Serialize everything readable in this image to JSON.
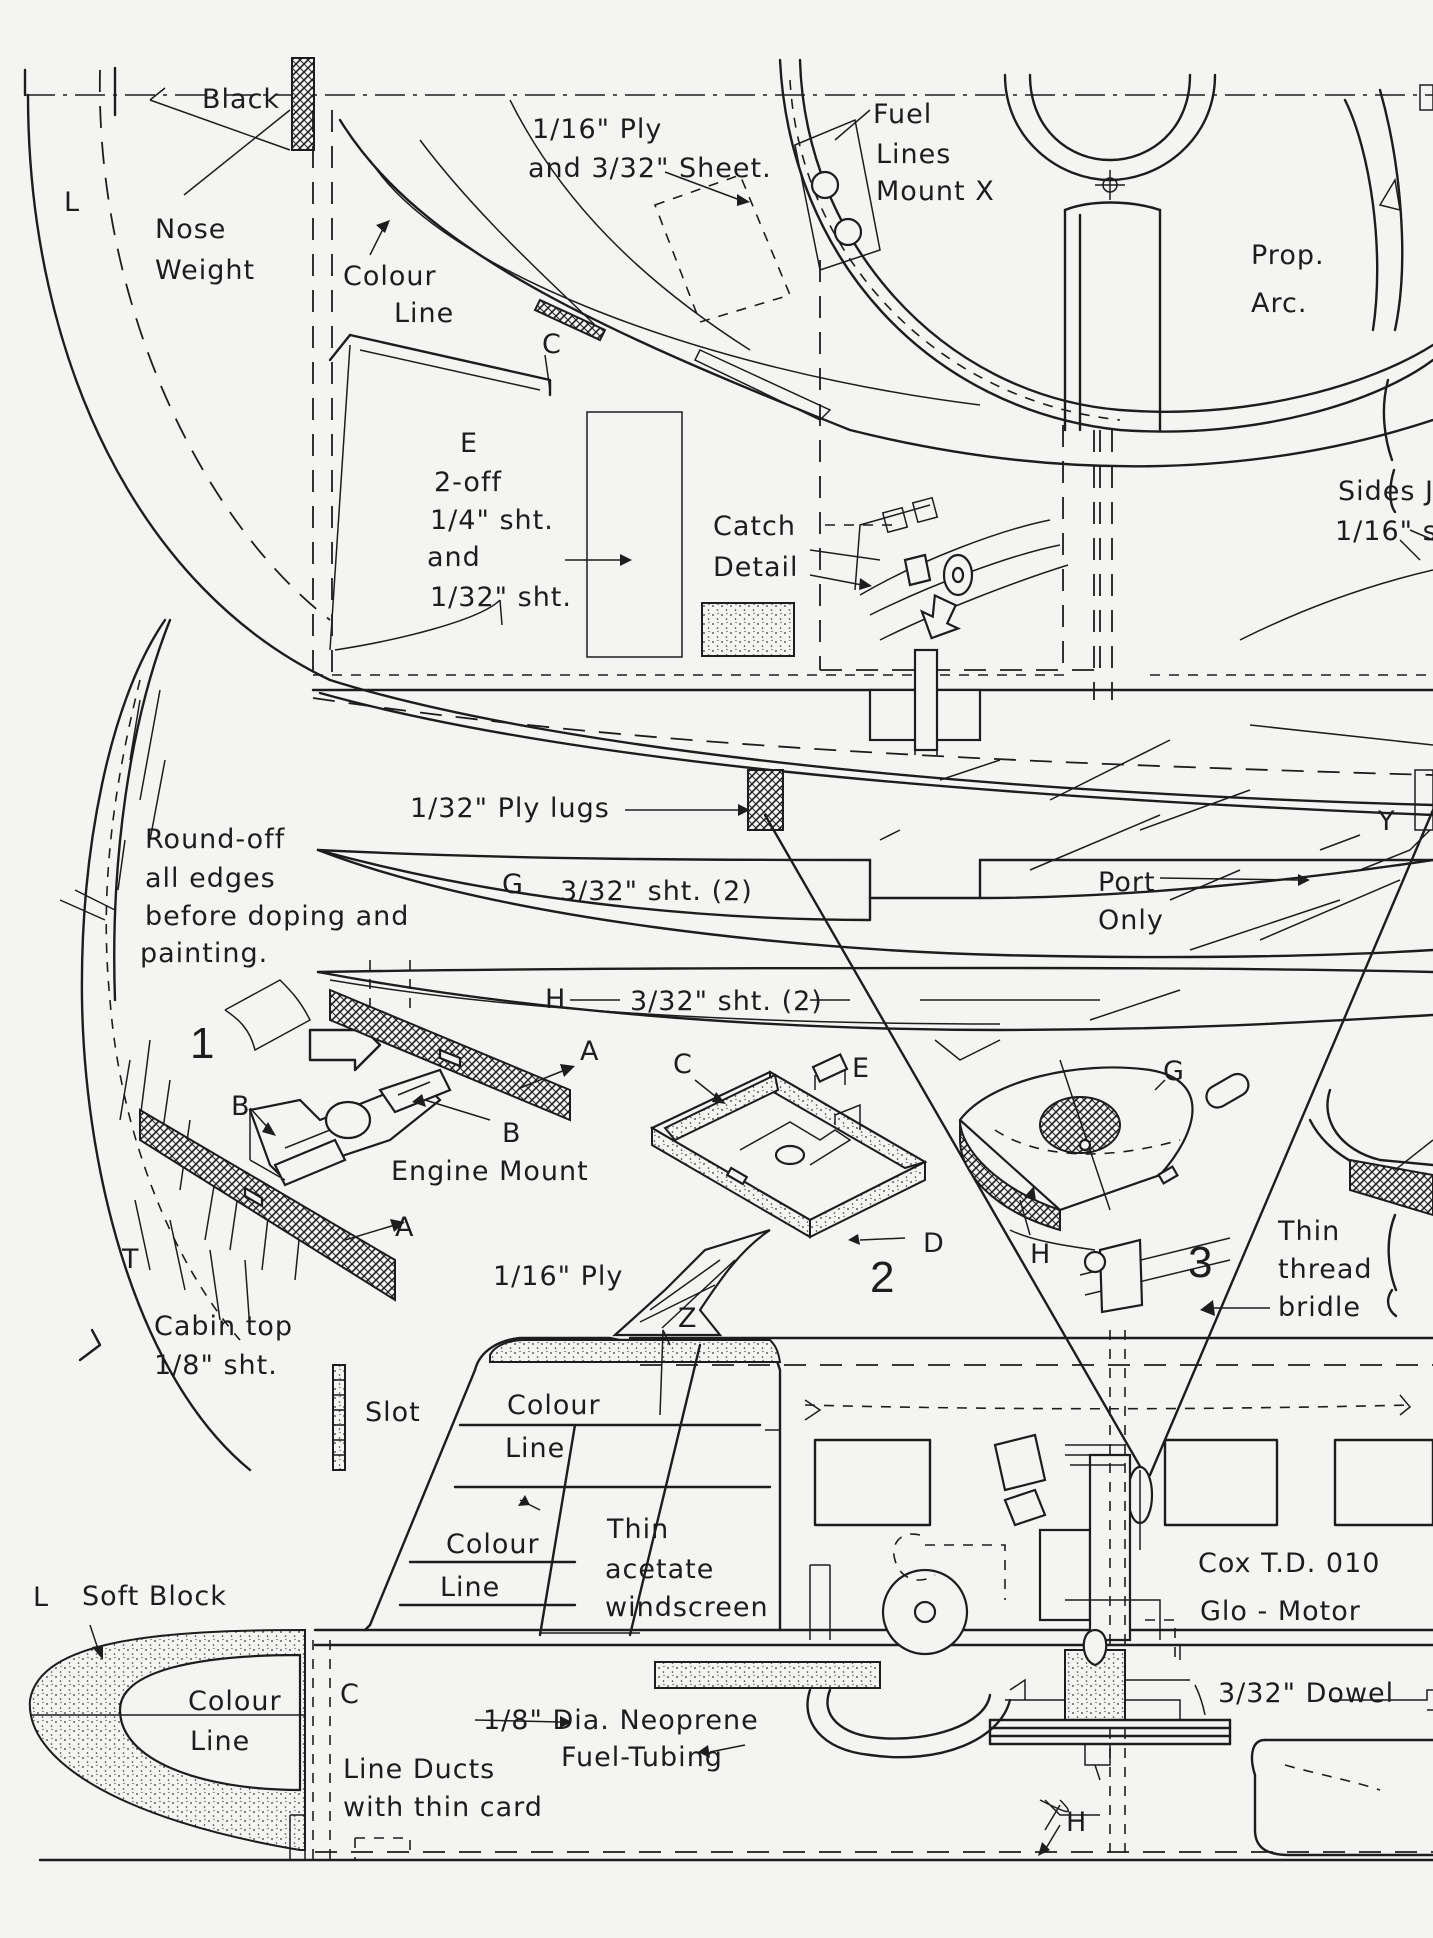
{
  "labels": {
    "black": "Black",
    "L_top": "L",
    "nose": "Nose",
    "weight": "Weight",
    "colour1": "Colour",
    "line1": "Line",
    "cl_mark": "C",
    "ply_line1": "1/16\" Ply",
    "ply_line2": "and 3/32\" Sheet.",
    "fuel": "Fuel",
    "lines": "Lines",
    "mount_x": "Mount X",
    "prop": "Prop.",
    "arc": "Arc.",
    "e_label": "E",
    "e_2off": "2-off",
    "e_14sht": "1/4\" sht.",
    "e_and": "and",
    "e_132sht": "1/32\" sht.",
    "catch": "Catch",
    "detail": "Detail",
    "sides_j": "Sides J",
    "sides_116": "1/16\" s",
    "lugs": "1/32\" Ply lugs",
    "y_label": "Y",
    "roundoff1": "Round-off",
    "roundoff2": "all edges",
    "roundoff3": "before doping and",
    "roundoff4": "painting.",
    "g_label": "G",
    "g_sht": "3/32\" sht. (2)",
    "port": "Port",
    "only": "Only",
    "h_label": "H",
    "h_sht": "3/32\" sht. (2)",
    "step1": "1",
    "a_upper": "A",
    "c_label": "C",
    "e_small": "E",
    "g_small": "G",
    "b_left": "B",
    "b_right": "B",
    "engine_mount": "Engine Mount",
    "a_lower": "A",
    "d_label": "D",
    "step2": "2",
    "h_small": "H",
    "step3": "3",
    "t_label": "T",
    "ply116": "1/16\" Ply",
    "z_label": "Z",
    "thin1": "Thin",
    "thread": "thread",
    "bridle": "bridle",
    "cabin1": "Cabin top",
    "cabin2": "1/8\" sht.",
    "slot": "Slot",
    "colour2": "Colour",
    "line2": "Line",
    "colour3": "Colour",
    "line3": "Line",
    "thin2": "Thin",
    "acetate": "acetate",
    "windscreen": "windscreen",
    "cox": "Cox T.D.  010",
    "glo": "Glo - Motor",
    "L_soft": "L",
    "soft_block": "Soft Block",
    "colour4": "Colour",
    "line4": "Line",
    "c_bottom": "C",
    "neoprene": "1/8\" Dia. Neoprene",
    "fuel_tubing": "Fuel-Tubing",
    "dowel": "3/32\" Dowel",
    "line_ducts": "Line Ducts",
    "thin_card": "with thin card",
    "h_bottom": "H"
  }
}
